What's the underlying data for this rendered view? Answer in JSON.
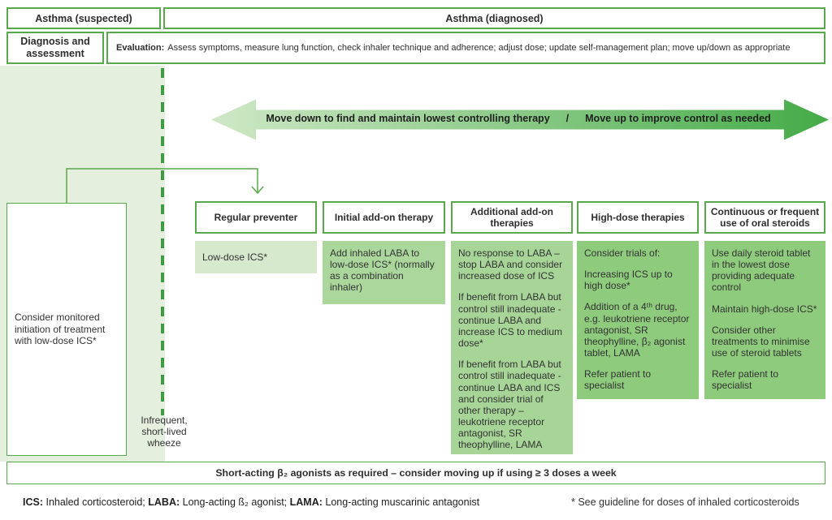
{
  "colors": {
    "border_green": "#58a84c",
    "dashed_green": "#3f9c42",
    "shade_bg": "#e4efdd",
    "step1_body_bg": "#d6e9cd",
    "step2_body_bg": "#abd79d",
    "step3_body_bg": "#a6d597",
    "step4_5_body_bg": "#8ecb7d",
    "arrow_gradient_start": "#cfe8c6",
    "arrow_gradient_end": "#44ab47"
  },
  "header": {
    "suspected": "Asthma (suspected)",
    "diagnosed": "Asthma (diagnosed)",
    "diagnosis": "Diagnosis and assessment",
    "evaluation_label": "Evaluation:",
    "evaluation_text": "Assess symptoms, measure lung function, check inhaler technique and adherence; adjust dose; update self-management plan; move up/down as appropriate"
  },
  "arrow": {
    "left": "Move down to find and maintain lowest controlling therapy",
    "separator": "/",
    "right": "Move up to improve control as needed"
  },
  "left_panel": {
    "box": "Consider monitored initiation of treatment with low-dose ICS*",
    "wheeze": "Infrequent,\nshort-lived\nwheeze"
  },
  "columns": [
    {
      "header": "Regular preventer",
      "body": [
        "Low-dose ICS*"
      ]
    },
    {
      "header": "Initial add-on therapy",
      "body": [
        "Add inhaled LABA to low-dose ICS* (normally as a combination inhaler)"
      ]
    },
    {
      "header": "Additional add-on therapies",
      "body": [
        "No response to LABA – stop LABA and consider increased dose of ICS",
        "If benefit from LABA but control still inadequate - continue LABA and increase ICS to medium dose*",
        "If benefit from LABA but control still inadequate - continue LABA and ICS and consider trial of other therapy – leukotriene receptor antagonist, SR theophylline, LAMA"
      ]
    },
    {
      "header": "High-dose therapies",
      "body": [
        "Consider trials of:",
        "Increasing ICS up to high dose*",
        "Addition of a 4ᵗʰ drug, e.g. leukotriene receptor antagonist, SR theophylline, β₂ agonist tablet, LAMA",
        "Refer patient to specialist"
      ]
    },
    {
      "header": "Continuous or frequent use of oral steroids",
      "body": [
        "Use daily steroid tablet in the lowest dose providing adequate control",
        "Maintain high-dose ICS*",
        "Consider other treatments to minimise use of steroid tablets",
        "Refer patient to specialist"
      ]
    }
  ],
  "bottom_bar": "Short-acting β₂ agonists as required – consider moving up if using ≥ 3 doses a week",
  "footer": {
    "ics_label": "ICS:",
    "ics_text": " Inhaled corticosteroid; ",
    "laba_label": "LABA:",
    "laba_text": " Long-acting ß₂ agonist; ",
    "lama_label": "LAMA:",
    "lama_text": " Long-acting muscarinic antagonist",
    "note": "* See guideline for doses of inhaled corticosteroids"
  }
}
